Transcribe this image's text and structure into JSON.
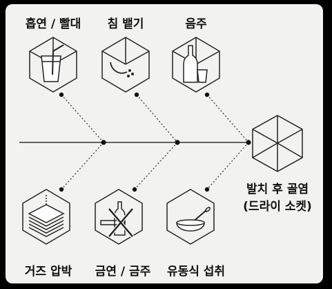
{
  "causes_top": [
    {
      "label": "흡연 / 빨대",
      "icon": "cup-with-straw-icon"
    },
    {
      "label": "침 뱉기",
      "icon": "spitting-mouth-icon"
    },
    {
      "label": "음주",
      "icon": "bottle-and-glass-icon"
    }
  ],
  "causes_bottom": [
    {
      "label": "거즈 압박",
      "icon": "gauze-stack-press-icon"
    },
    {
      "label": "금연 / 금주",
      "icon": "no-smoking-no-drinking-icon"
    },
    {
      "label": "유동식 섭취",
      "icon": "bowl-with-spoon-icon"
    }
  ],
  "result": {
    "line1": "발치 후 골염",
    "line2": "(드라이 소켓)",
    "icon": "cube-icon"
  }
}
